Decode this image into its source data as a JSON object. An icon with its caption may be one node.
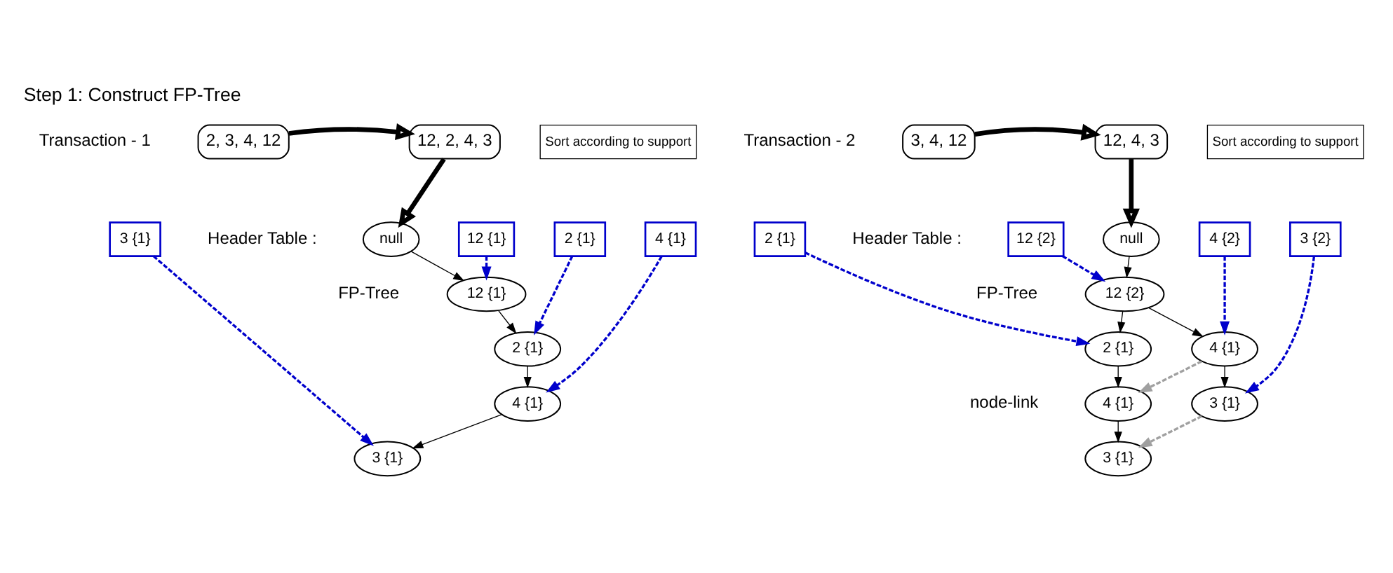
{
  "diagram": {
    "title": "Step 1: Construct FP-Tree",
    "nodes": [
      {
        "text": [
          "2, 3, 4, 12"
        ]
      },
      {
        "text": [
          "12, 2, 4, 3"
        ]
      },
      {
        "text": [
          "Sort according to support"
        ]
      },
      {
        "text": [
          "12 {1}"
        ]
      },
      {
        "text": [
          "2 {1}"
        ]
      },
      {
        "text": [
          "4 {1}"
        ]
      },
      {
        "text": [
          "3 {1}"
        ]
      },
      {
        "text": [
          "null"
        ]
      },
      {
        "text": [
          "12 {1}"
        ]
      },
      {
        "text": [
          "2 {1}"
        ]
      },
      {
        "text": [
          "4 {1}"
        ]
      },
      {
        "text": [
          "3 {1}"
        ]
      },
      {
        "text": [
          "3, 4, 12"
        ]
      },
      {
        "text": [
          "12, 4, 3"
        ]
      },
      {
        "text": [
          "Sort according to support"
        ]
      },
      {
        "text": [
          "12 {2}"
        ]
      },
      {
        "text": [
          "2 {1}"
        ]
      },
      {
        "text": [
          "4 {2}"
        ]
      },
      {
        "text": [
          "3 {2}"
        ]
      },
      {
        "text": [
          "null"
        ]
      },
      {
        "text": [
          "12 {2}"
        ]
      },
      {
        "text": [
          "2 {1}"
        ]
      },
      {
        "text": [
          "4 {1}"
        ]
      },
      {
        "text": [
          "3 {1}"
        ]
      },
      {
        "text": [
          "4 {1}"
        ]
      },
      {
        "text": [
          "3 {1}"
        ]
      }
    ],
    "edges": [
      {
        "from": 0,
        "to": 1,
        "arrow": "to",
        "style": "thick"
      },
      {
        "from": 1,
        "to": 7,
        "arrow": "to",
        "style": "thick"
      },
      {
        "from": 7,
        "to": 8,
        "arrow": "to"
      },
      {
        "from": 8,
        "to": 9,
        "arrow": "to"
      },
      {
        "from": 9,
        "to": 10,
        "arrow": "to"
      },
      {
        "from": 10,
        "to": 11,
        "arrow": "to"
      },
      {
        "from": 3,
        "to": 8,
        "arrow": "to",
        "style": "dashed",
        "color": "#0000cc"
      },
      {
        "from": 4,
        "to": 9,
        "arrow": "to",
        "style": "dashed",
        "color": "#0000cc"
      },
      {
        "from": 5,
        "to": 10,
        "arrow": "to",
        "style": "dashed",
        "color": "#0000cc"
      },
      {
        "from": 6,
        "to": 11,
        "arrow": "to",
        "style": "dashed",
        "color": "#0000cc"
      },
      {
        "from": 12,
        "to": 13,
        "arrow": "to",
        "style": "thick"
      },
      {
        "from": 13,
        "to": 19,
        "arrow": "to",
        "style": "thick"
      },
      {
        "from": 19,
        "to": 20,
        "arrow": "to"
      },
      {
        "from": 20,
        "to": 21,
        "arrow": "to"
      },
      {
        "from": 21,
        "to": 22,
        "arrow": "to"
      },
      {
        "from": 22,
        "to": 23,
        "arrow": "to"
      },
      {
        "from": 20,
        "to": 24,
        "arrow": "to"
      },
      {
        "from": 24,
        "to": 25,
        "arrow": "to"
      },
      {
        "from": 15,
        "to": 20,
        "arrow": "to",
        "style": "dashed",
        "color": "#0000cc"
      },
      {
        "from": 16,
        "to": 21,
        "arrow": "to",
        "style": "dashed",
        "color": "#0000cc"
      },
      {
        "from": 17,
        "to": 24,
        "arrow": "to",
        "style": "dashed",
        "color": "#0000cc"
      },
      {
        "from": 18,
        "to": 25,
        "arrow": "to",
        "style": "dashed",
        "color": "#0000cc"
      },
      {
        "from": 24,
        "to": 22,
        "arrow": "to",
        "style": "dashed",
        "color": "#a0a0a0"
      },
      {
        "from": 25,
        "to": 23,
        "arrow": "to",
        "style": "dashed",
        "color": "#a0a0a0"
      }
    ],
    "labels": [
      "Transaction - 1",
      "Transaction - 2",
      "Header Table :",
      "Header Table :",
      "FP-Tree",
      "FP-Tree",
      "node-link"
    ]
  }
}
